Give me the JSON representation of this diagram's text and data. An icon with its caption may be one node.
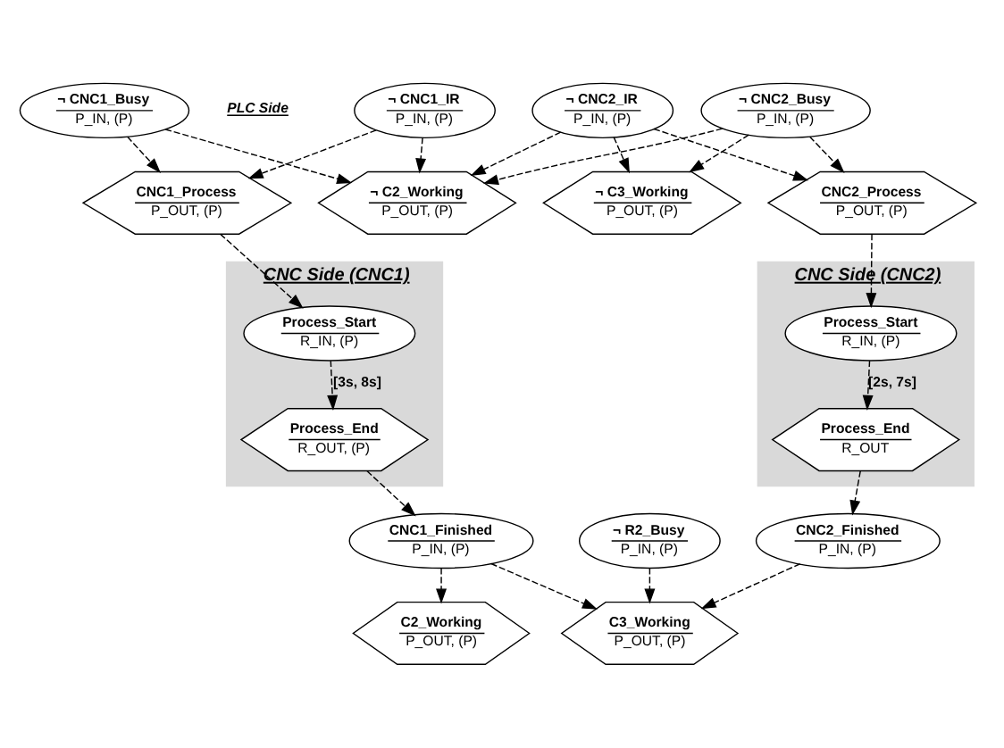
{
  "diagram": {
    "nodes": [
      {
        "text": [
          "¬ CNC1_IR",
          "P_IN, (P)"
        ]
      },
      {
        "text": [
          "¬ CNC1_Busy",
          "P_IN, (P)"
        ]
      },
      {
        "text": [
          "¬ C2_Working",
          "P_OUT, (P)"
        ]
      },
      {
        "text": [
          "CNC1_Process",
          "P_OUT, (P)"
        ]
      },
      {
        "text": [
          "CNC Side (CNC1)"
        ]
      },
      {
        "text": [
          "Process_Start",
          "R_IN, (P)"
        ],
        "in": 4
      },
      {
        "text": [
          "Process_End",
          "R_OUT, (P)"
        ],
        "in": 4
      },
      {
        "text": [
          "¬ CNC2_IR",
          "P_IN, (P)"
        ]
      },
      {
        "text": [
          "¬ CNC2_Busy",
          "P_IN, (P)"
        ]
      },
      {
        "text": [
          "CNC2_Process",
          "P_OUT, (P)"
        ]
      },
      {
        "text": [
          "¬ C3_Working",
          "P_OUT, (P)"
        ]
      },
      {
        "text": [
          "CNC1_Finished",
          "P_IN, (P)"
        ]
      },
      {
        "text": [
          "CNC Side (CNC2)"
        ]
      },
      {
        "text": [
          "Process_Start",
          "R_IN, (P)"
        ],
        "in": 12
      },
      {
        "text": [
          "Process_End",
          "R_OUT"
        ],
        "in": 12
      },
      {
        "text": [
          "C2_Working",
          "P_OUT, (P)"
        ]
      },
      {
        "text": [
          "C3_Working",
          "P_OUT, (P)"
        ]
      },
      {
        "text": [
          "CNC2_Finished",
          "P_IN, (P)"
        ]
      },
      {
        "text": [
          "¬ R2_Busy",
          "P_IN, (P)"
        ]
      }
    ],
    "edges": [
      {
        "from": 0,
        "to": 2,
        "arrow": "to",
        "style": "dashed"
      },
      {
        "from": 0,
        "to": 3,
        "arrow": "to",
        "style": "dashed"
      },
      {
        "from": 1,
        "to": 2,
        "arrow": "to",
        "style": "dashed"
      },
      {
        "from": 1,
        "to": 3,
        "arrow": "to",
        "style": "dashed"
      },
      {
        "from": 7,
        "to": 2,
        "arrow": "to",
        "style": "dashed"
      },
      {
        "from": 8,
        "to": 2,
        "arrow": "to",
        "style": "dashed"
      },
      {
        "from": 3,
        "to": 5,
        "arrow": "to",
        "style": "dashed"
      },
      {
        "from": 5,
        "to": 6,
        "arrow": "to",
        "style": "dashed",
        "label": "[3s, 8s]"
      },
      {
        "from": 6,
        "to": 11,
        "arrow": "to",
        "style": "dashed"
      },
      {
        "from": 7,
        "to": 9,
        "arrow": "to",
        "style": "dashed"
      },
      {
        "from": 7,
        "to": 10,
        "arrow": "to",
        "style": "dashed"
      },
      {
        "from": 8,
        "to": 9,
        "arrow": "to",
        "style": "dashed"
      },
      {
        "from": 8,
        "to": 10,
        "arrow": "to",
        "style": "dashed"
      },
      {
        "from": 9,
        "to": 13,
        "arrow": "to",
        "style": "dashed"
      },
      {
        "from": 13,
        "to": 14,
        "arrow": "to",
        "style": "dashed",
        "label": "[2s, 7s]"
      },
      {
        "from": 14,
        "to": 17,
        "arrow": "to",
        "style": "dashed"
      },
      {
        "from": 11,
        "to": 15,
        "arrow": "to",
        "style": "dashed"
      },
      {
        "from": 11,
        "to": 16,
        "arrow": "to",
        "style": "dashed"
      },
      {
        "from": 17,
        "to": 16,
        "arrow": "to",
        "style": "dashed"
      },
      {
        "from": 18,
        "to": 16,
        "arrow": "to",
        "style": "dashed"
      }
    ],
    "labels": [
      "PLC Side"
    ]
  }
}
